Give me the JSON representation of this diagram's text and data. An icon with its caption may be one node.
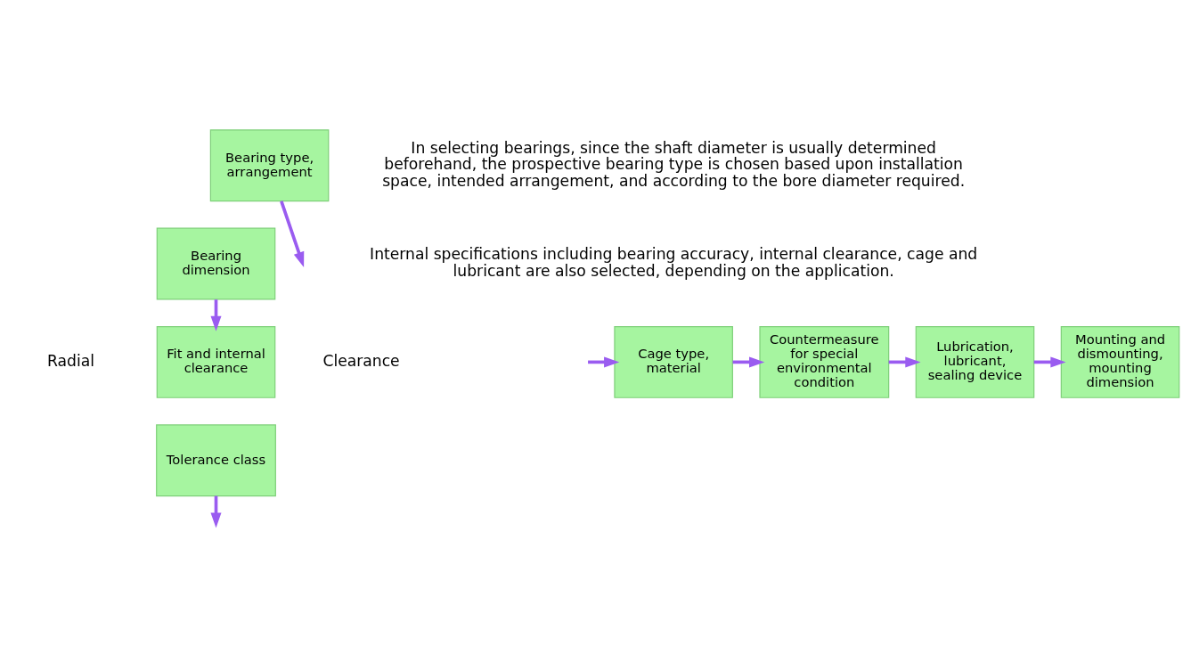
{
  "diagram": {
    "nodes": [
      {
        "text": [
          "Bearing type, arrangement"
        ]
      },
      {
        "text": [
          "Bearing dimension"
        ]
      },
      {
        "text": [
          "Fit and internal clearance"
        ]
      },
      {
        "text": [
          "Tolerance class"
        ]
      },
      {
        "text": [
          "Cage type, material"
        ]
      },
      {
        "text": [
          "Countermeasure for special environmental condition"
        ]
      },
      {
        "text": [
          "Lubrication, lubricant, sealing device"
        ]
      },
      {
        "text": [
          "Mounting and dismounting, mounting dimension"
        ]
      }
    ],
    "edges": [
      {
        "from": 0,
        "to": null,
        "arrow": "to"
      },
      {
        "from": 1,
        "to": 2,
        "arrow": "to"
      },
      {
        "from": 3,
        "to": null,
        "arrow": "to"
      },
      {
        "from": null,
        "to": 4,
        "arrow": "to"
      },
      {
        "from": 4,
        "to": 5,
        "arrow": "to"
      },
      {
        "from": 5,
        "to": 6,
        "arrow": "to"
      },
      {
        "from": 6,
        "to": 7,
        "arrow": "to"
      }
    ],
    "labels": [
      "In selecting bearings, since the shaft diameter is usually determined beforehand, the prospective bearing type is chosen based upon installation space, intended arrangement, and according to the bore diameter required.",
      "Internal specifications including bearing accuracy, internal clearance, cage and lubricant are also selected, depending on the application.",
      "Radial",
      "Clearance"
    ]
  }
}
